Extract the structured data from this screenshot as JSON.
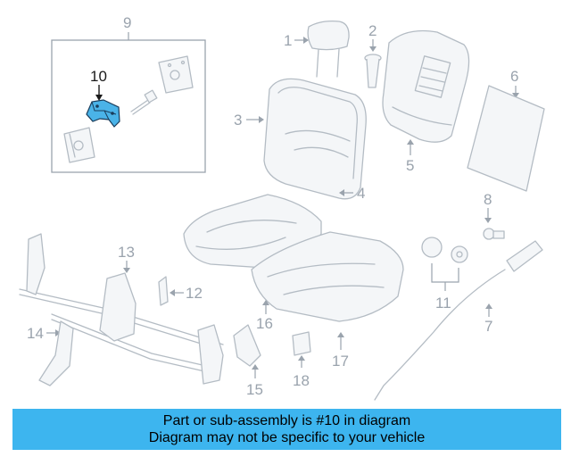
{
  "callouts": {
    "c1": "1",
    "c2": "2",
    "c3": "3",
    "c4": "4",
    "c5": "5",
    "c6": "6",
    "c7": "7",
    "c8": "8",
    "c9": "9",
    "c10": "10",
    "c11": "11",
    "c12": "12",
    "c13": "13",
    "c14": "14",
    "c15": "15",
    "c16": "16",
    "c17": "17",
    "c18": "18"
  },
  "highlight": {
    "part_number": "10",
    "color": "#3db5ef"
  },
  "banner": {
    "line1": "Part or sub-assembly is #10 in diagram",
    "line2": "Diagram may not be specific to your vehicle",
    "background": "#3db5ef"
  }
}
